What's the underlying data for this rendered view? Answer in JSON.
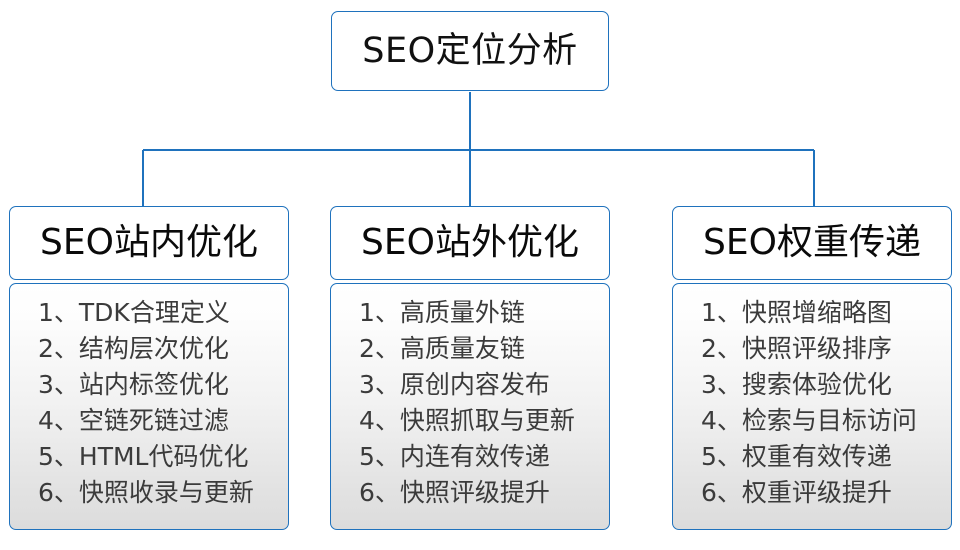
{
  "diagram": {
    "type": "org-tree",
    "title": "SEO定位分析",
    "accent_color": "#1f72bd",
    "text_color": "#3b3b3b",
    "root": {
      "label": "SEO定位分析"
    },
    "branches": [
      {
        "id": "on-site",
        "header": "SEO站内优化",
        "items": [
          {
            "index": "1、",
            "text": "TDK合理定义"
          },
          {
            "index": "2、",
            "text": "结构层次优化"
          },
          {
            "index": "3、",
            "text": "站内标签优化"
          },
          {
            "index": "4、",
            "text": "空链死链过滤"
          },
          {
            "index": "5、",
            "text": "HTML代码优化"
          },
          {
            "index": "6、",
            "text": "快照收录与更新"
          }
        ]
      },
      {
        "id": "off-site",
        "header": "SEO站外优化",
        "items": [
          {
            "index": "1、",
            "text": "高质量外链"
          },
          {
            "index": "2、",
            "text": "高质量友链"
          },
          {
            "index": "3、",
            "text": "原创内容发布"
          },
          {
            "index": "4、",
            "text": "快照抓取与更新"
          },
          {
            "index": "5、",
            "text": "内连有效传递"
          },
          {
            "index": "6、",
            "text": "快照评级提升"
          }
        ]
      },
      {
        "id": "weight-transfer",
        "header": "SEO权重传递",
        "items": [
          {
            "index": "1、",
            "text": "快照增缩略图"
          },
          {
            "index": "2、",
            "text": "快照评级排序"
          },
          {
            "index": "3、",
            "text": "搜索体验优化"
          },
          {
            "index": "4、",
            "text": "检索与目标访问"
          },
          {
            "index": "5、",
            "text": "权重有效传递"
          },
          {
            "index": "6、",
            "text": "权重评级提升"
          }
        ]
      }
    ]
  }
}
